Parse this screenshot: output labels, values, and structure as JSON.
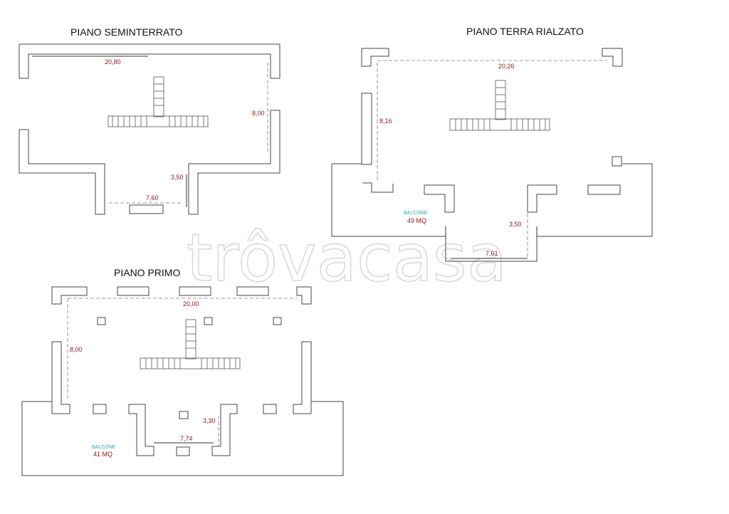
{
  "watermark": "trôvacasa",
  "floors": {
    "seminterrato": {
      "title": "PIANO SEMINTERRATO",
      "dims": {
        "width": "20,80",
        "depth": "8,00",
        "recess": "3,50",
        "recess_width": "7,60"
      }
    },
    "terra": {
      "title": "PIANO  TERRA  RIALZATO",
      "dims": {
        "width": "20,26",
        "depth": "8,16",
        "recess": "3,50",
        "recess_width": "7,61"
      },
      "balcone": {
        "label": "BALCONE",
        "area": "49 MQ"
      }
    },
    "primo": {
      "title": "PIANO  PRIMO",
      "dims": {
        "width": "20,00",
        "depth": "8,00",
        "recess": "3,30",
        "recess_width": "7,74"
      },
      "balcone": {
        "label": "BALCONE",
        "area": "41 MQ"
      }
    }
  }
}
